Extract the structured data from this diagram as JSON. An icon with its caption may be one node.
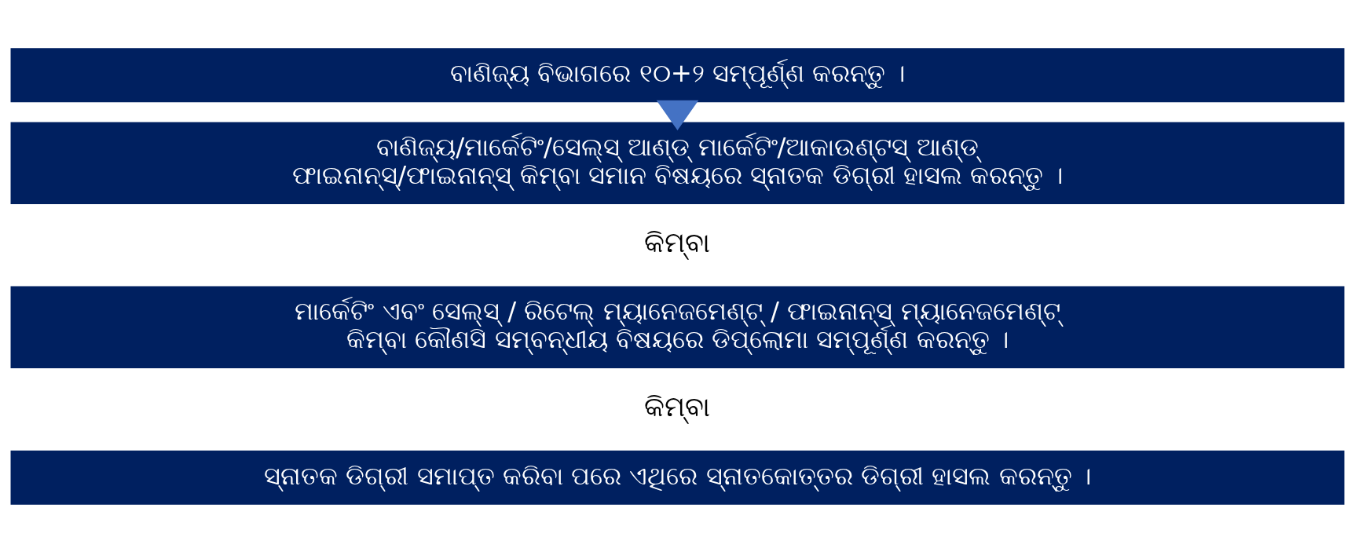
{
  "diagram": {
    "nodes": [
      {
        "text": [
          "ବାଣିଜ୍ୟ ବିଭାଗରେ ୧୦+୨ ସମ୍ପୂର୍ଣ୍ଣ କରନ୍ତୁ ।"
        ]
      },
      {
        "text": [
          "ବାଣିଜ୍ୟ/ମାର୍କେଟିଂ/ସେଲ୍ସ୍ ଆଣ୍ଡ୍ ମାର୍କେଟିଂ/ଆକାଉଣ୍ଟସ୍ ଆଣ୍ଡ୍ ଫାଇନାନ୍ସ୍/ଫାଇନାନ୍ସ୍ କିମ୍ବା ସମାନ ବିଷୟରେ ସ୍ନାତକ ଡିଗ୍ରୀ ହାସଲ କରନ୍ତୁ ।"
        ]
      },
      {
        "text": [
          "ମାର୍କେଟିଂ ଏବଂ ସେଲ୍ସ୍ / ରିଟେଲ୍ ମ୍ୟାନେଜମେଣ୍ଟ୍ / ଫାଇନାନ୍ସ୍ ମ୍ୟାନେଜମେଣ୍ଟ୍ କିମ୍ବା କୌଣସି ସମ୍ବନ୍ଧୀୟ ବିଷୟରେ ଡିପ୍ଲୋମା ସମ୍ପୂର୍ଣ୍ଣ କରନ୍ତୁ ।"
        ]
      },
      {
        "text": [
          "ସ୍ନାତକ ଡିଗ୍ରୀ ସମାପ୍ତ କରିବା ପରେ ଏଥିରେ ସ୍ନାତକୋତ୍ତର ଡିଗ୍ରୀ ହାସଲ କରନ୍ତୁ ।"
        ]
      }
    ],
    "edges": [
      {
        "from": 0,
        "to": 1,
        "arrow": "to",
        "style": "thick",
        "color": "#4472c4"
      }
    ],
    "labels": [
      "କିମ୍ବା",
      "କିମ୍ବା"
    ]
  }
}
